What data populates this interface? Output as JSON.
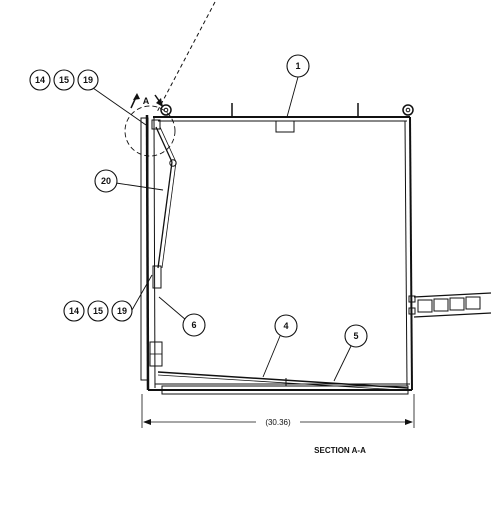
{
  "drawing": {
    "section_label": "SECTION A-A",
    "dimension_width": "(30.36)",
    "view_marker": "A",
    "callouts": {
      "c1": "1",
      "c4": "4",
      "c5": "5",
      "c6": "6",
      "c20": "20",
      "top_group": [
        "14",
        "15",
        "19"
      ],
      "bottom_group": [
        "14",
        "15",
        "19"
      ]
    }
  }
}
